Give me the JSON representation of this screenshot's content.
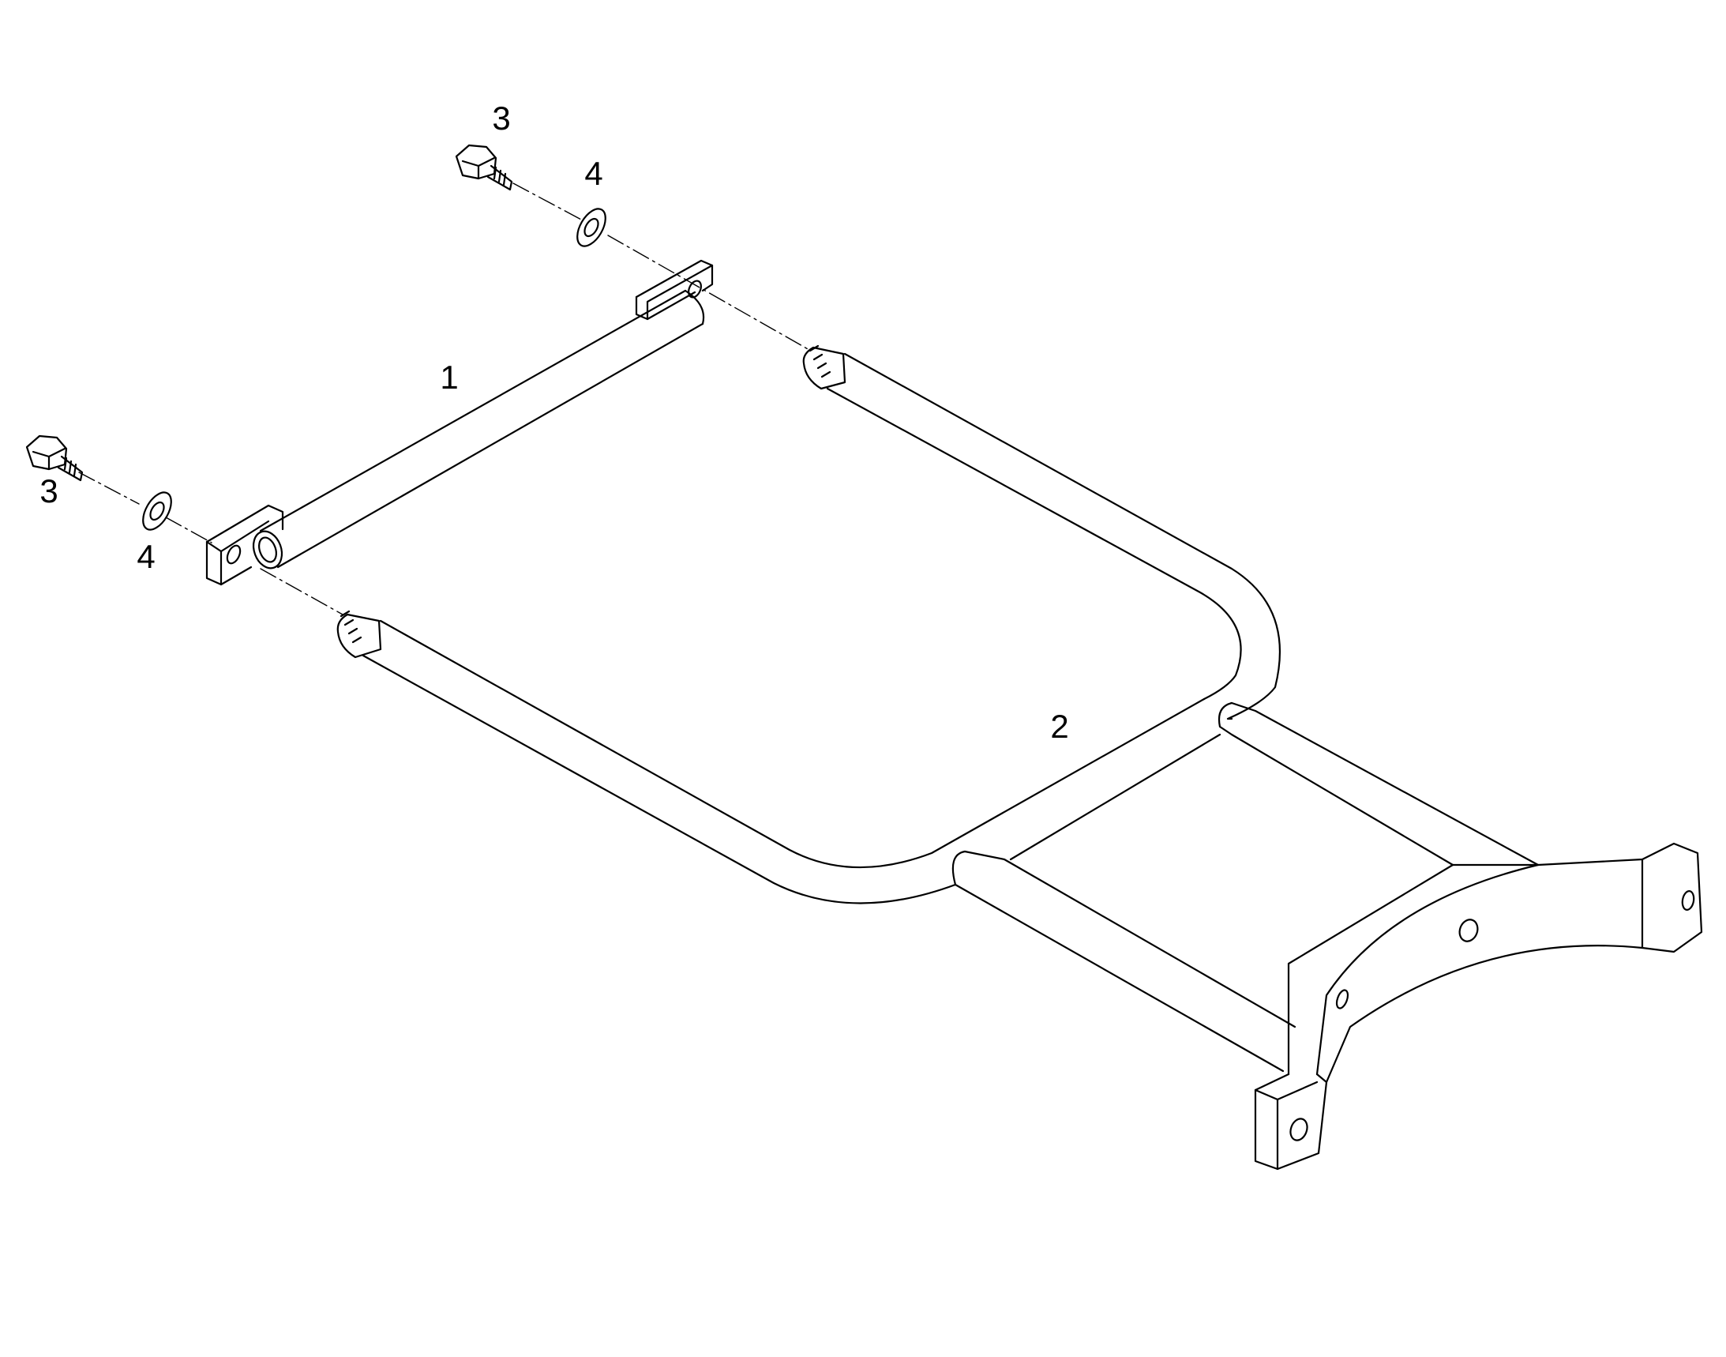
{
  "callouts": {
    "part_1": "1",
    "part_2": "2",
    "bolt_upper": "3",
    "bolt_lower": "3",
    "washer_upper": "4",
    "washer_lower": "4"
  },
  "colors": {
    "ink": "#000000",
    "background": "#ffffff"
  }
}
